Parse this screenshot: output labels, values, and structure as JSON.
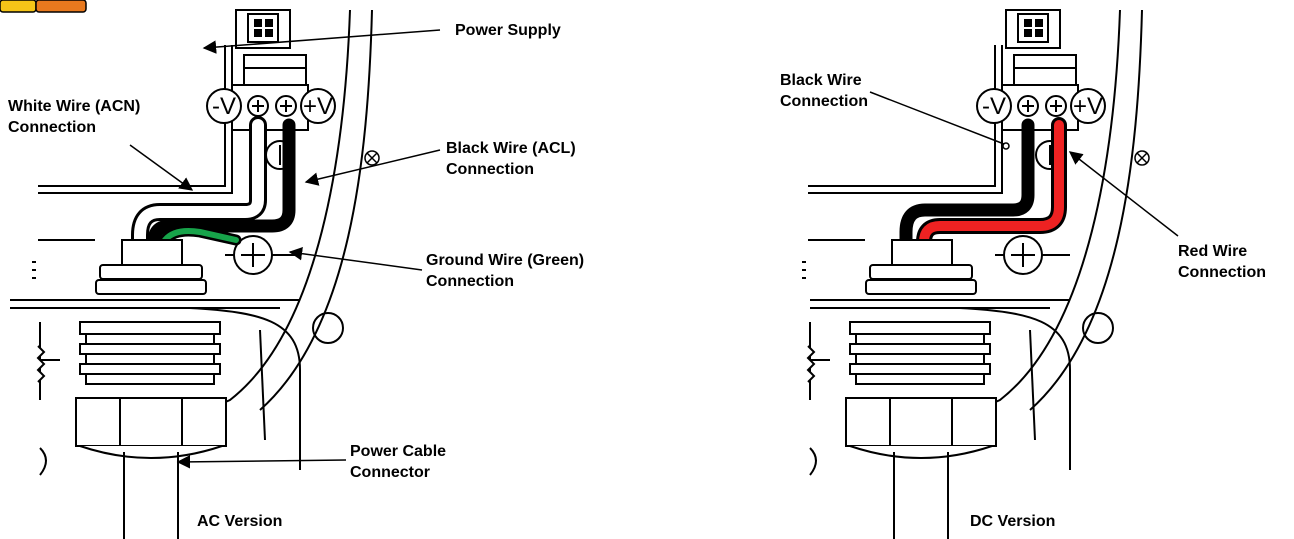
{
  "panels": [
    {
      "id": "ac",
      "caption": "AC Version",
      "terminals": {
        "minus": "-V",
        "plus": "+V"
      },
      "labels": {
        "power_supply": "Power Supply",
        "white_wire": "White Wire (ACN)\nConnection",
        "black_wire": "Black Wire (ACL)\nConnection",
        "ground_wire": "Ground Wire (Green)\nConnection",
        "power_cable": "Power Cable\nConnector"
      }
    },
    {
      "id": "dc",
      "caption": "DC Version",
      "terminals": {
        "minus": "-V",
        "plus": "+V"
      },
      "labels": {
        "black_wire": "Black Wire\nConnection",
        "red_wire": "Red Wire\nConnection"
      }
    }
  ],
  "colors": {
    "line": "#000000",
    "white_wire": "#ffffff",
    "black_wire": "#000000",
    "ground_wire": "#17a34a",
    "red_wire": "#ee2222"
  },
  "corner_badge_colors": [
    "#f5c518",
    "#e8791e"
  ]
}
